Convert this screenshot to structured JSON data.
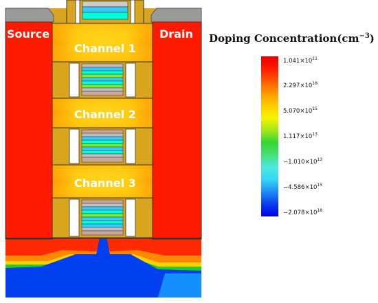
{
  "labels": {
    "source": "Source",
    "drain": "Drain",
    "channels": [
      "Channel 1",
      "Channel 2",
      "Channel 3"
    ]
  },
  "legend": {
    "title": "Doping Concentration(cm",
    "title_exp": "−3",
    "title_close": ")",
    "ticks": [
      {
        "mantissa": "1.041×10",
        "exp": "21"
      },
      {
        "mantissa": "2.297×10",
        "exp": "18"
      },
      {
        "mantissa": "5.070×10",
        "exp": "15"
      },
      {
        "mantissa": "1.117×10",
        "exp": "13"
      },
      {
        "mantissa": "−1.010×10",
        "exp": "13"
      },
      {
        "mantissa": "−4.586×10",
        "exp": "15"
      },
      {
        "mantissa": "−2.078×10",
        "exp": "18"
      }
    ],
    "colors": [
      "#0000e6",
      "#0a3cf0",
      "#1f8cf5",
      "#33d6f5",
      "#4fe8e0",
      "#46e07a",
      "#33d633",
      "#a6e61a",
      "#f5f500",
      "#ffcc00",
      "#ff9900",
      "#ff5a00",
      "#ff1a00",
      "#e60000"
    ]
  }
}
